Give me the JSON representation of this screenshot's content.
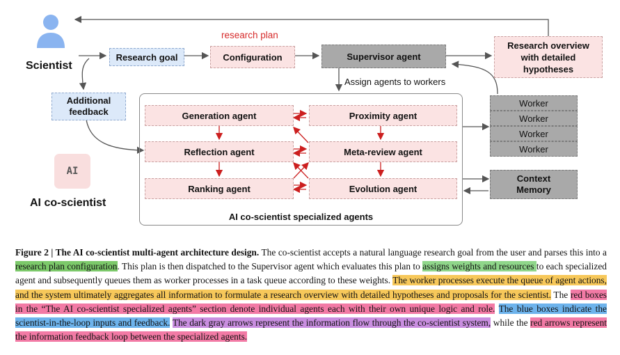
{
  "scientist": {
    "label": "Scientist"
  },
  "research_plan_label": "research plan",
  "boxes": {
    "research_goal": "Research goal",
    "configuration": "Configuration",
    "supervisor": "Supervisor agent",
    "overview": "Research overview with detailed hypotheses",
    "additional_feedback": "Additional feedback",
    "assign_workers": "Assign agents to workers",
    "generation": "Generation agent",
    "proximity": "Proximity  agent",
    "reflection": "Reflection agent",
    "meta_review": "Meta-review agent",
    "ranking": "Ranking agent",
    "evolution": "Evolution agent",
    "worker": "Worker",
    "context_memory": "Context Memory",
    "specialized_caption": "AI co-scientist specialized agents"
  },
  "ai_badge": "AI",
  "ai_coscientist": "AI co-scientist",
  "caption": {
    "figure_label": "Figure 2 | The AI co-scientist multi-agent architecture design.",
    "t1": " The co-scientist accepts a natural language research goal from the user and parses this into a ",
    "h1": "research plan configuration",
    "t2": ". This plan is then dispatched to the Supervisor agent which evaluates this plan to ",
    "h2": "assigns weights and resources ",
    "t3": "to each specialized agent and subsequently queues them as worker processes in a task queue according to these weights. ",
    "h3": "The worker processes execute the queue of agent actions, and the system ultimately aggregates all information to formulate a research overview with detailed hypotheses and proposals for the scientist.",
    "t4": " The ",
    "h4": "red boxes in the “The AI co-scientist specialized agents” section denote individual agents each with their own unique logic and role.",
    "t5": " ",
    "h5": "The blue boxes indicate the scientist-in-the-loop inputs and feedback.",
    "t6": " ",
    "h6": "The dark gray arrows represent the information flow through the co-scientist system,",
    "t7": " while the ",
    "h7": "red arrows represent the information feedback loop between the specialized agents."
  }
}
